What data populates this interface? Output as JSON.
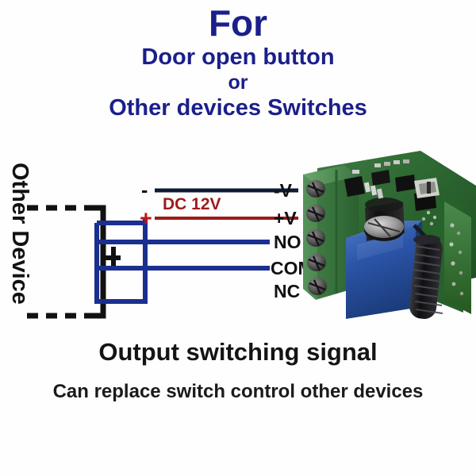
{
  "heading": {
    "line1": "For",
    "line2": "Door open button",
    "line3": "or",
    "line4": "Other devices Switches",
    "color": "#1b1f8a"
  },
  "footer": {
    "line1": "Output switching signal",
    "line2": "Can replace switch control other devices",
    "color": "#141414"
  },
  "diagram": {
    "left_label": "Other Device",
    "supply_label": "DC 12V",
    "supply_label_color": "#9e1b1b",
    "negative_marker": "-",
    "negative_marker_color": "#111111",
    "positive_marker": "+",
    "positive_marker_color": "#c31515",
    "terminals": [
      {
        "name": "-V",
        "wire_color": "#0d1b33",
        "crossed_by_wire": true
      },
      {
        "name": "+V",
        "wire_color": "#9e1b1b",
        "crossed_by_wire": true
      },
      {
        "name": "NO",
        "wire_color": "#1b2f8f",
        "crossed_by_wire": true
      },
      {
        "name": "COM",
        "wire_color": "#1b2f8f",
        "crossed_by_wire": true
      },
      {
        "name": "NC",
        "wire_color": "",
        "crossed_by_wire": false
      }
    ],
    "switch_wire_color": "#1b2f8f",
    "device_line_color": "#111111",
    "device_line_style": "dashed"
  },
  "board": {
    "pcb_color": "#2f6b33",
    "terminal_block_color": "#3b7a3f",
    "relay_color": "#2b55a8",
    "capacitor_color": "#1a1a1a",
    "antenna_color": "#17171a",
    "screw_count": 5
  }
}
